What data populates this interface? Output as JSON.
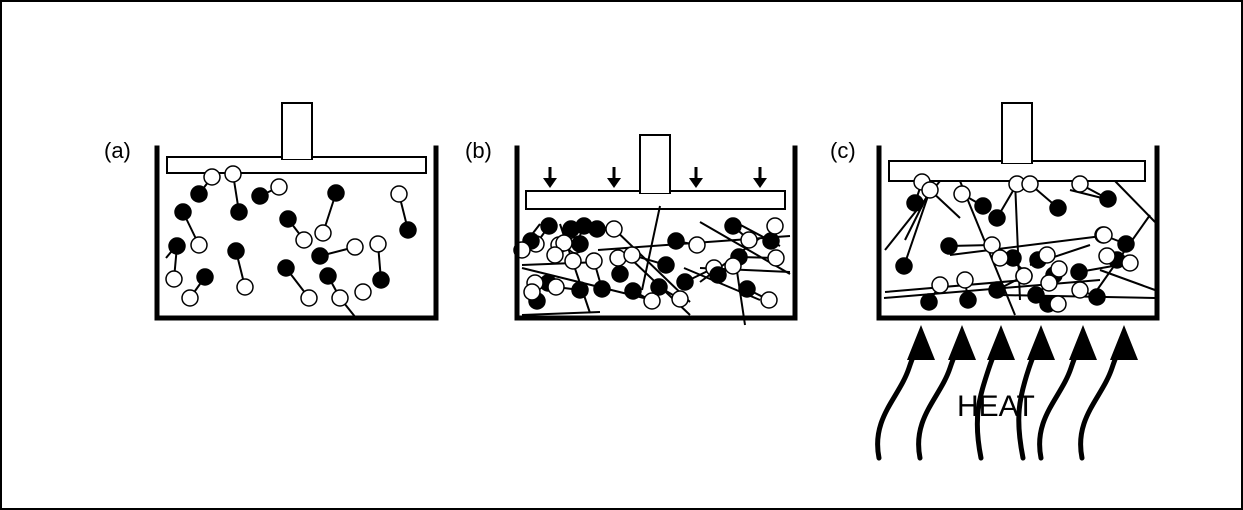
{
  "panels": [
    {
      "id": "a",
      "label": "(a)"
    },
    {
      "id": "b",
      "label": "(b)"
    },
    {
      "id": "c",
      "label": "(c)"
    }
  ],
  "heat_label": "HEAT",
  "colors": {
    "ink": "#000000",
    "background": "#ffffff"
  }
}
